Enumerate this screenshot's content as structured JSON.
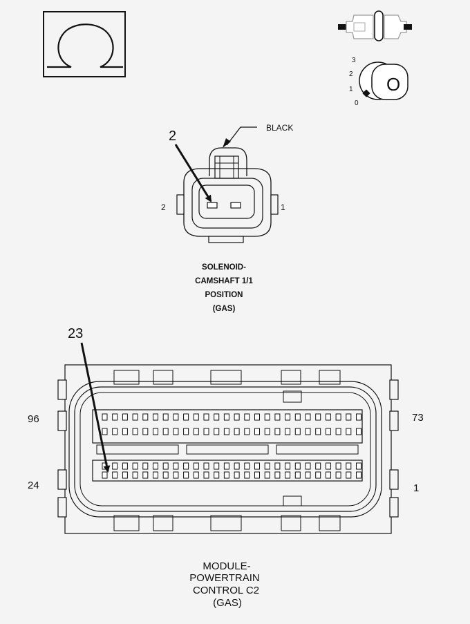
{
  "ohmmeter_symbol": "Ω",
  "ignition": {
    "positions": [
      "3",
      "2",
      "1",
      "0"
    ],
    "key_label": "O"
  },
  "connector_top": {
    "callout_pin": "2",
    "wire_color": "BLACK",
    "pin_left": "2",
    "pin_right": "1",
    "title_lines": [
      "SOLENOID-",
      "CAMSHAFT 1/1",
      "POSITION",
      "(GAS)"
    ]
  },
  "connector_bottom": {
    "callout_pin": "23",
    "pin_top_left": "96",
    "pin_top_right": "73",
    "pin_bottom_left": "24",
    "pin_bottom_right": "1",
    "title_lines": [
      "MODULE-",
      "POWERTRAIN",
      "CONTROL C2",
      "(GAS)"
    ]
  }
}
